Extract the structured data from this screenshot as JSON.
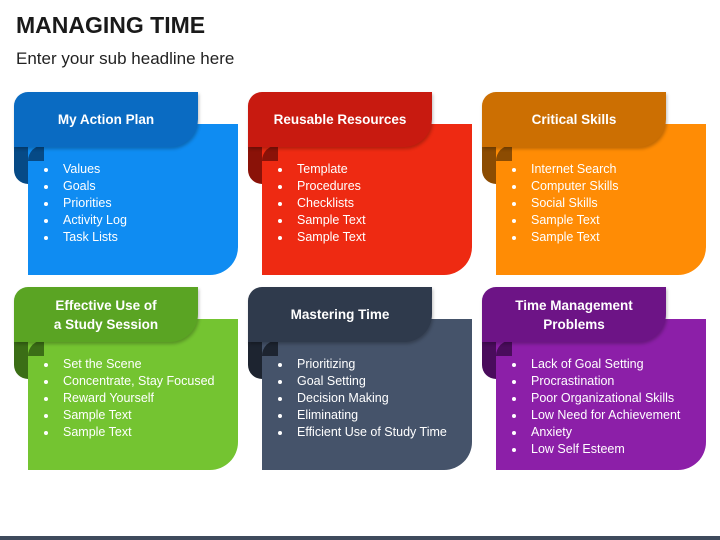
{
  "title": "MANAGING TIME",
  "subtitle": "Enter your sub headline here",
  "cards": [
    {
      "title": "My Action Plan",
      "items": [
        "Values",
        "Goals",
        "Priorities",
        "Activity Log",
        "Task Lists"
      ],
      "colors": {
        "tab": "#0a6bc2",
        "body": "#0f8cf2",
        "fold": "#064a86"
      }
    },
    {
      "title": "Reusable Resources",
      "items": [
        "Template",
        "Procedures",
        "Checklists",
        "Sample Text",
        "Sample Text"
      ],
      "colors": {
        "tab": "#c81a10",
        "body": "#ee2a12",
        "fold": "#8a1208"
      }
    },
    {
      "title": "Critical Skills",
      "items": [
        "Internet Search",
        "Computer Skills",
        "Social Skills",
        "Sample Text",
        "Sample Text"
      ],
      "colors": {
        "tab": "#cc6f02",
        "body": "#ff8c05",
        "fold": "#8c4c02"
      }
    },
    {
      "title": "Effective Use of\na Study Session",
      "items": [
        "Set the Scene",
        "Concentrate, Stay Focused",
        "Reward Yourself",
        "Sample Text",
        "Sample Text"
      ],
      "colors": {
        "tab": "#5aa423",
        "body": "#74c431",
        "fold": "#3b6e16"
      }
    },
    {
      "title": "Mastering Time",
      "items": [
        "Prioritizing",
        "Goal Setting",
        "Decision Making",
        "Eliminating",
        "Efficient Use of Study Time"
      ],
      "colors": {
        "tab": "#2f3a4c",
        "body": "#45536a",
        "fold": "#1d2430"
      }
    },
    {
      "title": "Time Management\nProblems",
      "items": [
        "Lack of Goal Setting",
        "Procrastination",
        "Poor Organizational Skills",
        "Low Need for Achievement",
        "Anxiety",
        "Low Self Esteem"
      ],
      "colors": {
        "tab": "#6d1486",
        "body": "#8c1fa8",
        "fold": "#4a0c5c"
      }
    }
  ]
}
